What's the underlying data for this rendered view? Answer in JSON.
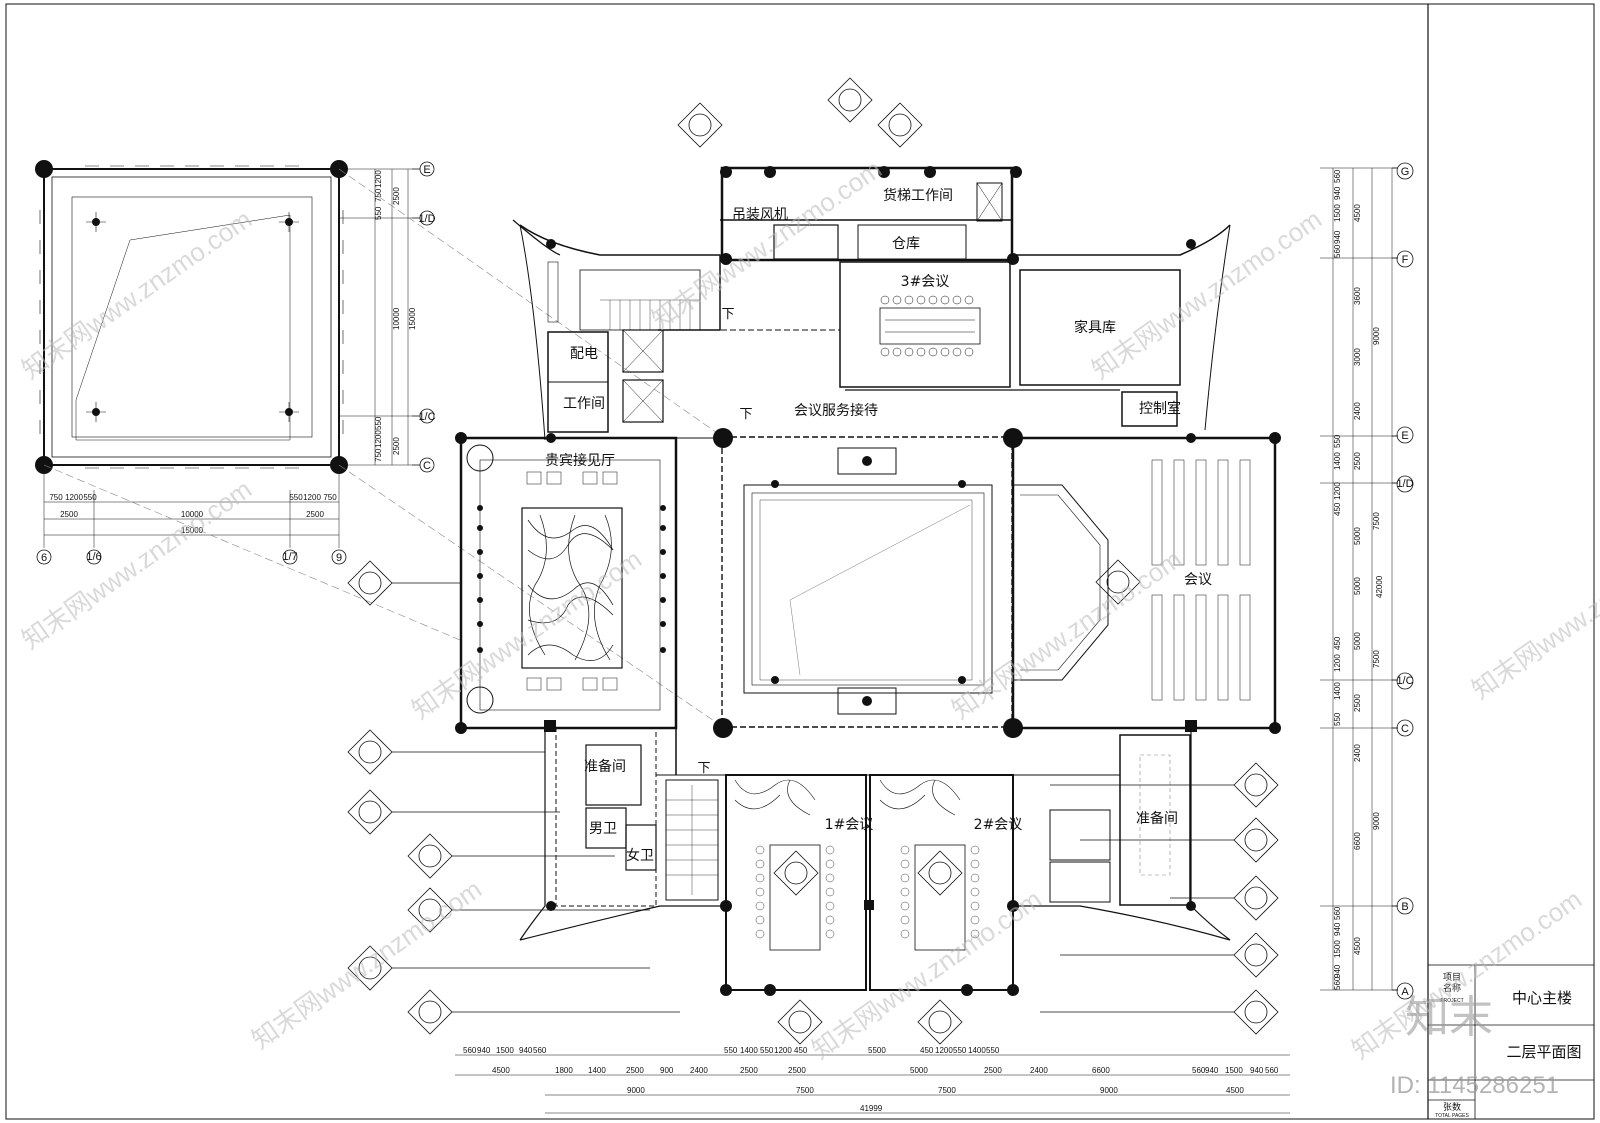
{
  "rooms": {
    "fan": "吊装风机",
    "freight": "货梯工作间",
    "storage": "仓库",
    "meeting3": "3#会议",
    "furniture": "家具库",
    "power": "配电",
    "workroom": "工作间",
    "service": "会议服务接待",
    "control": "控制室",
    "vip": "贵宾接见厅",
    "meeting": "会议",
    "prep_left": "准备间",
    "men": "男卫",
    "women": "女卫",
    "meeting1": "1#会议",
    "meeting2": "2#会议",
    "prep_right": "准备间",
    "down1": "下",
    "down2": "下",
    "down3": "下"
  },
  "axes": {
    "right": [
      "G",
      "F",
      "E",
      "1/D",
      "1/C",
      "C",
      "B",
      "A"
    ],
    "detail_right": [
      "E",
      "1/D",
      "1/C",
      "C"
    ],
    "detail_bottom": [
      "6",
      "1/6",
      "1/7",
      "9"
    ]
  },
  "dimensions": {
    "bottom_row1": [
      "560",
      "940",
      "1500",
      "940",
      "560",
      "",
      "",
      "",
      "",
      "",
      "",
      "550",
      "1400",
      "550",
      "1200",
      "450",
      "",
      "5500",
      "",
      "450",
      "1200",
      "550",
      "1400",
      "550"
    ],
    "bottom_row2": [
      "4500",
      "1800",
      "1400",
      "2500",
      "900",
      "2400",
      "2500",
      "2500",
      "5000",
      "2500",
      "2400",
      "6600",
      "560",
      "940",
      "1500",
      "940",
      "560"
    ],
    "bottom_row3": [
      "9000",
      "7500",
      "7500",
      "9000",
      "4500"
    ],
    "bottom_total": "41999",
    "right_row1": [
      "560",
      "940",
      "1500",
      "940",
      "560",
      "",
      "",
      "",
      "550",
      "1400",
      "1200",
      "450",
      "",
      "450",
      "1200",
      "1400",
      "550",
      "",
      "",
      "560",
      "940",
      "1500",
      "940",
      "560"
    ],
    "right_row2": [
      "4500",
      "3600",
      "3000",
      "2400",
      "2500",
      "5000",
      "5000",
      "5000",
      "2500",
      "2400",
      "6600",
      "4500"
    ],
    "right_row3": [
      "9000",
      "7500",
      "7500",
      "9000"
    ],
    "right_total": "42000",
    "detail_bottom1": [
      "750",
      "1200",
      "550",
      "550",
      "1200",
      "750"
    ],
    "detail_bottom2": [
      "2500",
      "10000",
      "2500"
    ],
    "detail_bottom3": "15000",
    "detail_right1": [
      "750",
      "1200",
      "550",
      "550",
      "1200",
      "750"
    ],
    "detail_right2": [
      "2500",
      "10000",
      "2500"
    ],
    "detail_right3": "15000"
  },
  "title_block": {
    "project_label": "项目\n名称",
    "project_en": "PROJECT",
    "project_name": "中心主楼",
    "drawing_name": "二层平面图",
    "sheet_label": "张数",
    "sheet_en": "TOTAL PAGES"
  },
  "watermark": {
    "site": "知末网www.znzmo.com",
    "brand": "知末",
    "id": "ID: 1145286251"
  }
}
